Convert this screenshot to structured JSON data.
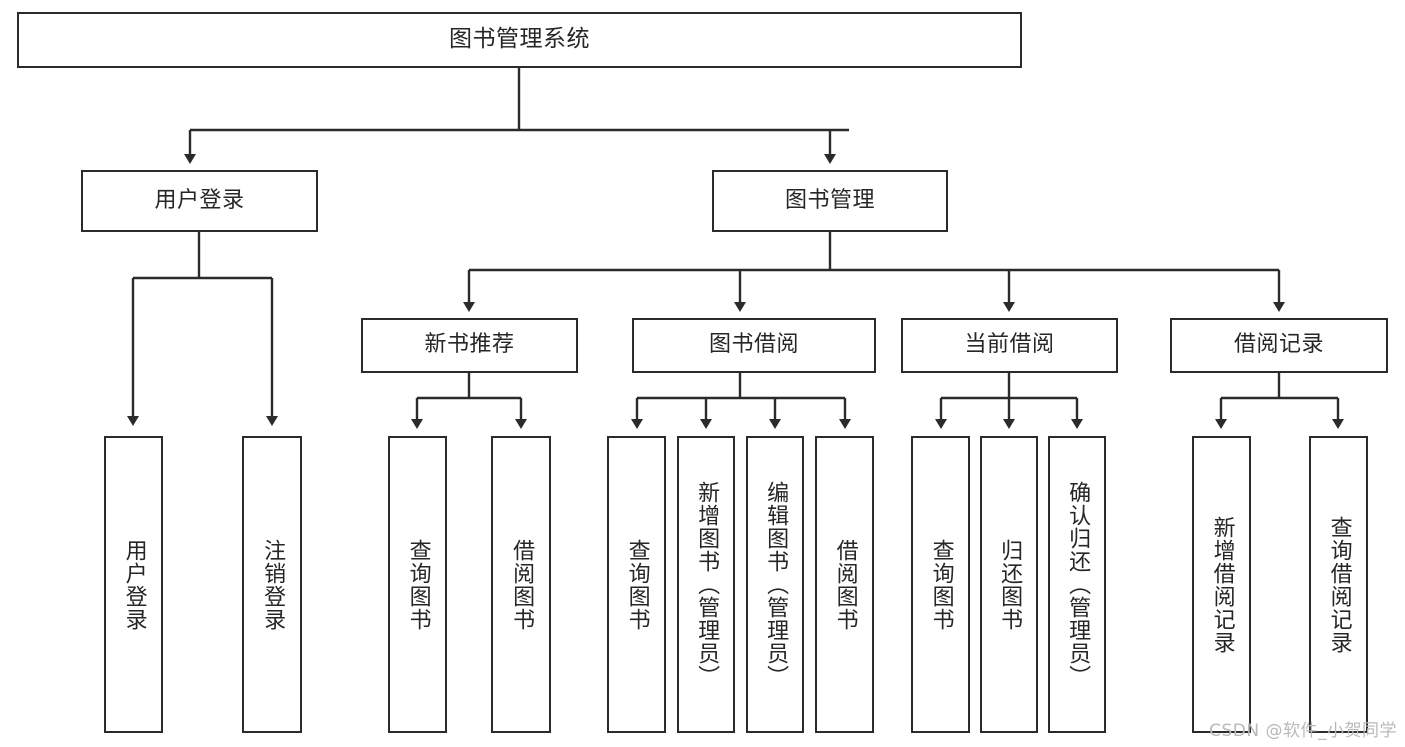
{
  "diagram": {
    "type": "tree-hierarchy",
    "title": "图书管理系统",
    "watermark": "CSDN @软件_小贺同学",
    "colors": {
      "box_border": "#2b2b2b",
      "box_fill": "#ffffff",
      "connector": "#2b2b2b",
      "text": "#262626",
      "watermark": "#b9b9b9",
      "background": "#ffffff"
    },
    "nodes": {
      "root": {
        "label": "图书管理系统"
      },
      "level2": [
        {
          "id": "user-login",
          "label": "用户登录"
        },
        {
          "id": "book-management",
          "label": "图书管理"
        }
      ],
      "level3": [
        {
          "id": "new-book-recommend",
          "label": "新书推荐"
        },
        {
          "id": "book-borrow",
          "label": "图书借阅"
        },
        {
          "id": "current-borrow",
          "label": "当前借阅"
        },
        {
          "id": "borrow-record",
          "label": "借阅记录"
        }
      ],
      "leaves": {
        "user-login": [
          {
            "id": "leaf-user-login",
            "label": "用户登录"
          },
          {
            "id": "leaf-user-logout",
            "label": "注销登录"
          }
        ],
        "new-book-recommend": [
          {
            "id": "leaf-query-book-1",
            "label": "查询图书"
          },
          {
            "id": "leaf-borrow-book-1",
            "label": "借阅图书"
          }
        ],
        "book-borrow": [
          {
            "id": "leaf-query-book-2",
            "label": "查询图书"
          },
          {
            "id": "leaf-add-book",
            "label": "新增图书（管理员）"
          },
          {
            "id": "leaf-edit-book",
            "label": "编辑图书（管理员）"
          },
          {
            "id": "leaf-borrow-book-2",
            "label": "借阅图书"
          }
        ],
        "current-borrow": [
          {
            "id": "leaf-query-book-3",
            "label": "查询图书"
          },
          {
            "id": "leaf-return-book",
            "label": "归还图书"
          },
          {
            "id": "leaf-confirm-return",
            "label": "确认归还（管理员）"
          }
        ],
        "borrow-record": [
          {
            "id": "leaf-add-record",
            "label": "新增借阅记录"
          },
          {
            "id": "leaf-query-record",
            "label": "查询借阅记录"
          }
        ]
      }
    }
  }
}
